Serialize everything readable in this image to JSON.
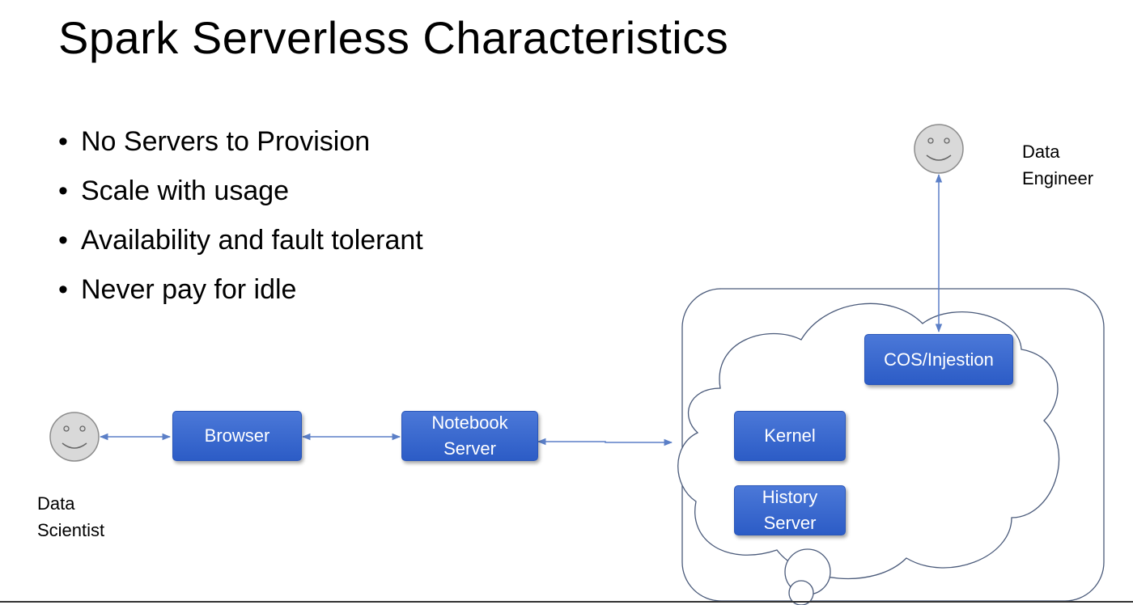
{
  "title": "Spark Serverless Characteristics",
  "bullets": [
    "No Servers to Provision",
    "Scale with usage",
    "Availability and fault tolerant",
    "Never pay for idle"
  ],
  "bullet_glyph": "•",
  "actors": {
    "data_scientist": {
      "line1": "Data",
      "line2": "Scientist",
      "icon": "smiley-face-icon"
    },
    "data_engineer": {
      "line1": "Data",
      "line2": "Engineer",
      "icon": "smiley-face-icon"
    }
  },
  "nodes": {
    "browser": "Browser",
    "notebook_server": {
      "line1": "Notebook",
      "line2": "Server"
    },
    "cos_injestion": "COS/Injestion",
    "kernel": "Kernel",
    "history_server": {
      "line1": "History",
      "line2": "Server"
    }
  },
  "colors": {
    "box_fill": "#3f6fd3",
    "arrow": "#5b7fc7",
    "face_fill": "#d9d9d9"
  }
}
